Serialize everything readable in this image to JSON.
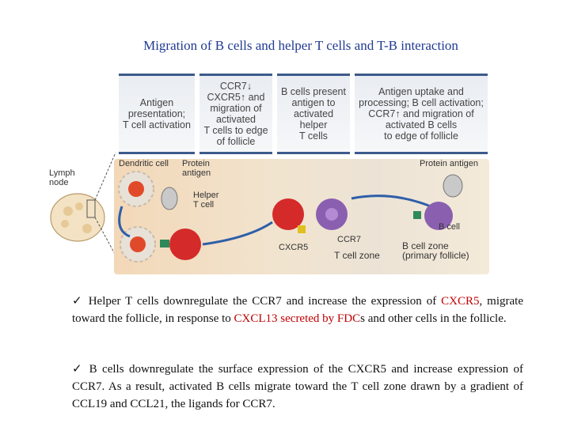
{
  "title": "Migration of B cells and helper T cells and T-B interaction",
  "headers": {
    "col1": [
      "Antigen",
      "presentation;",
      "T cell activation"
    ],
    "col2": [
      "CCR7↓",
      "CXCR5↑ and",
      "migration of",
      "activated",
      "T cells to edge",
      "of follicle"
    ],
    "col3": [
      "B cells present",
      "antigen to",
      "activated helper",
      "T cells"
    ],
    "col4": [
      "Antigen uptake and",
      "processing; B cell activation;",
      "CCR7↑ and migration of",
      "activated B cells",
      "to edge of follicle"
    ]
  },
  "labels": {
    "lymph_node": [
      "Lymph",
      "node"
    ],
    "dendritic_cell": "Dendritic cell",
    "protein_antigen_left": [
      "Protein",
      "antigen"
    ],
    "helper_t_cell": [
      "Helper",
      "T cell"
    ],
    "cxcr5": "CXCR5",
    "ccr7": "CCR7",
    "t_cell_zone": "T cell zone",
    "protein_antigen_right": "Protein antigen",
    "b_cell": "B cell",
    "b_cell_zone": [
      "B cell zone",
      "(primary follicle)"
    ]
  },
  "bullets": [
    {
      "check": "✓",
      "parts": [
        {
          "text": " Helper T cells downregulate the CCR7 and increase the expression of ",
          "color": "black"
        },
        {
          "text": "CXCR5",
          "color": "red"
        },
        {
          "text": ", migrate toward the follicle, in response to ",
          "color": "black"
        },
        {
          "text": "CXCL13 secreted by FDC",
          "color": "red"
        },
        {
          "text": "s and other cells in the follicle.",
          "color": "black"
        }
      ]
    },
    {
      "check": "✓",
      "parts": [
        {
          "text": " B cells downregulate the surface expression of the CXCR5 and increase expression of CCR7. As a result, activated B cells migrate toward the T cell zone drawn by a gradient of CCL19 and CCL21, the ligands for CCR7.",
          "color": "black"
        }
      ]
    }
  ],
  "colors": {
    "title": "#1f3a93",
    "header_border": "#3c5a8c",
    "highlight_red": "#c00000",
    "t_cell": "#d42a2a",
    "b_cell": "#8a5fb0",
    "dendritic_cell": "#e8e1d8",
    "arrow_blue": "#2e5fa8"
  }
}
